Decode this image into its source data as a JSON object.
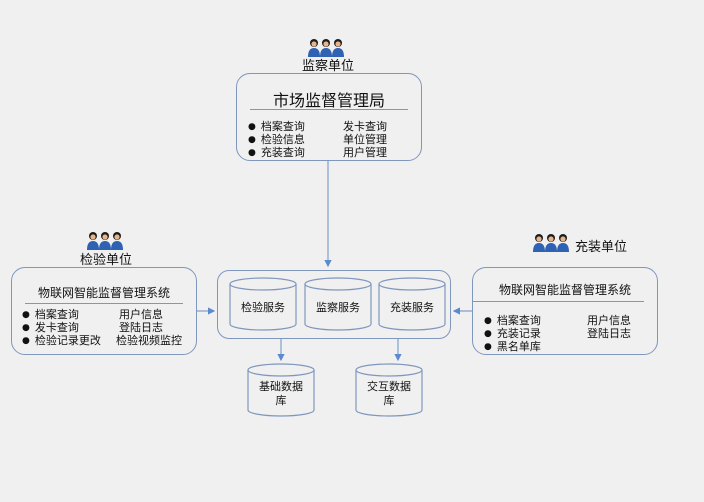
{
  "supervision": {
    "unit_label": "监察单位",
    "title": "市场监督管理局",
    "items_left": [
      "档案查询",
      "检验信息",
      "充装查询"
    ],
    "items_right": [
      "发卡查询",
      "单位管理",
      "用户管理"
    ]
  },
  "inspection": {
    "unit_label": "检验单位",
    "title": "物联网智能监督管理系统",
    "items_left": [
      "档案查询",
      "发卡查询",
      "检验记录更改"
    ],
    "items_right": [
      "用户信息",
      "登陆日志",
      "检验视频监控"
    ]
  },
  "filling": {
    "unit_label": "充装单位",
    "title": "物联网智能监督管理系统",
    "items_left": [
      "档案查询",
      "充装记录",
      "黑名单库"
    ],
    "items_right": [
      "用户信息",
      "登陆日志"
    ]
  },
  "services": [
    "检验服务",
    "监察服务",
    "充装服务"
  ],
  "databases": [
    {
      "line1": "基础数据",
      "line2": "库"
    },
    {
      "line1": "交互数据",
      "line2": "库"
    }
  ],
  "colors": {
    "border": "#7f96bd",
    "arrow": "#5b8ad0",
    "background": "#f0f0f0",
    "person_body": "#2f62b3",
    "person_head": "#1d1d1d"
  }
}
